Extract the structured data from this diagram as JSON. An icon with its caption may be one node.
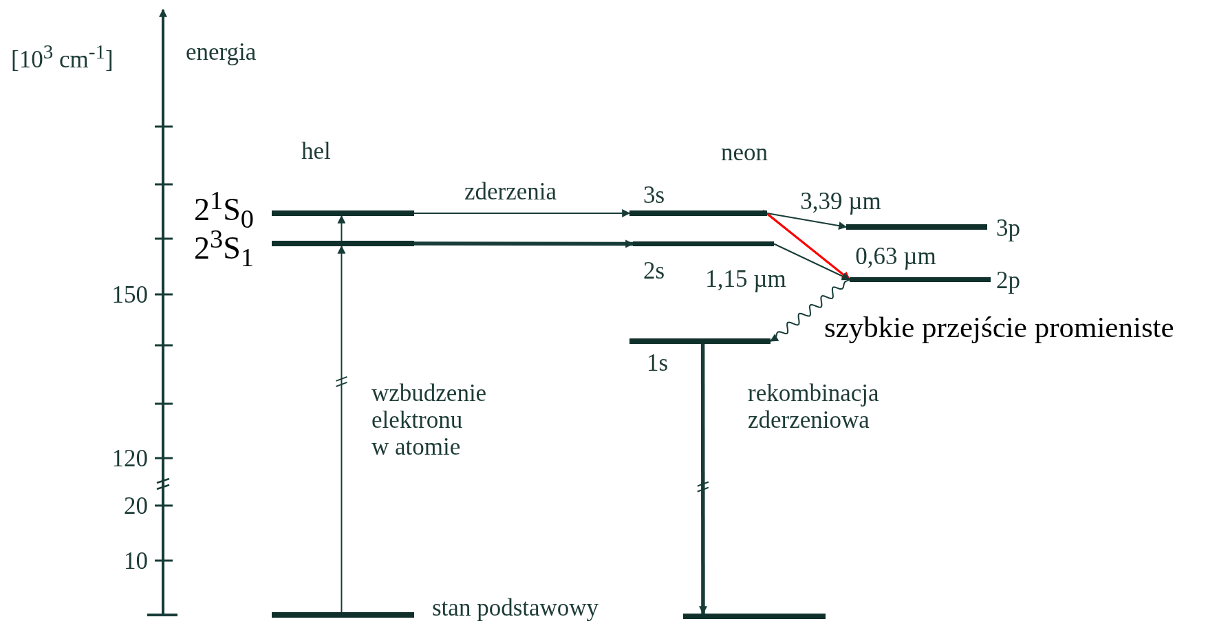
{
  "diagram": {
    "nodes": [
      {
        "text": [],
        "shape": "bar",
        "beside": [
          "2$^{1}$S$_{0}$"
        ]
      },
      {
        "text": [],
        "shape": "bar",
        "beside": [
          "2$^{3}$S$_{1}$"
        ]
      },
      {
        "text": [],
        "shape": "bar",
        "beside": [
          "3s"
        ]
      },
      {
        "text": [],
        "shape": "bar",
        "beside": [
          "3p"
        ]
      },
      {
        "text": [],
        "shape": "bar",
        "beside": [
          "2s"
        ]
      },
      {
        "text": [],
        "shape": "bar",
        "beside": [
          "2p"
        ]
      },
      {
        "text": [],
        "shape": "bar",
        "beside": [
          "1s"
        ]
      },
      {
        "text": [],
        "shape": "bar"
      },
      {
        "text": [],
        "shape": "bar"
      }
    ],
    "edges": [
      {
        "from": 0,
        "to": 2,
        "arrow": "to",
        "label": "zderzenia"
      },
      {
        "from": 1,
        "to": 4,
        "arrow": "to",
        "style": "thick"
      },
      {
        "from": 7,
        "to": 1,
        "arrow": "to"
      },
      {
        "from": 1,
        "to": 0,
        "arrow": "to"
      },
      {
        "from": 2,
        "to": 3,
        "arrow": "to",
        "label": "3,39 µm"
      },
      {
        "from": 2,
        "to": 5,
        "arrow": "to",
        "label": "0,63 µm"
      },
      {
        "from": 2,
        "to": 5,
        "arrow": "to",
        "color": "#ff0000"
      },
      {
        "from": 4,
        "to": 5,
        "arrow": "to",
        "label": "1,15 µm"
      },
      {
        "from": 5,
        "to": 6,
        "arrow": "to"
      },
      {
        "from": 6,
        "to": 8,
        "arrow": "to",
        "style": "thick"
      }
    ],
    "labels": [
      "[10$^{3}$ cm$^{-1}$]",
      "energia",
      "hel",
      "neon",
      "150",
      "szybkie przejście promieniste",
      "wzbudzenie elektronu w atomie",
      "rekombinacja zderzeniowa",
      "120",
      "20",
      "10",
      "stan podstawowy"
    ]
  }
}
